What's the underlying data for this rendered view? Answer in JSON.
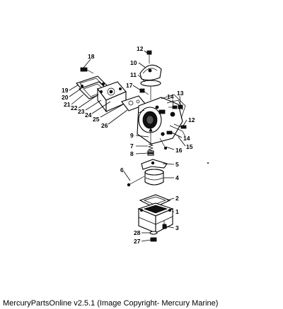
{
  "footer": {
    "text": "MercuryPartsOnline v2.5.1 (Image Copyright- Mercury Marine)"
  },
  "callouts": [
    {
      "id": "c1",
      "label": "1"
    },
    {
      "id": "c2",
      "label": "2"
    },
    {
      "id": "c3",
      "label": "3"
    },
    {
      "id": "c4",
      "label": "4"
    },
    {
      "id": "c5",
      "label": "5"
    },
    {
      "id": "c6",
      "label": "6"
    },
    {
      "id": "c7",
      "label": "7"
    },
    {
      "id": "c8",
      "label": "8"
    },
    {
      "id": "c9",
      "label": "9"
    },
    {
      "id": "c10",
      "label": "10"
    },
    {
      "id": "c11",
      "label": "11"
    },
    {
      "id": "c12a",
      "label": "12"
    },
    {
      "id": "c12b",
      "label": "12"
    },
    {
      "id": "c13",
      "label": "13"
    },
    {
      "id": "c14a",
      "label": "14"
    },
    {
      "id": "c14b",
      "label": "14"
    },
    {
      "id": "c15",
      "label": "15"
    },
    {
      "id": "c16",
      "label": "16"
    },
    {
      "id": "c17",
      "label": "17"
    },
    {
      "id": "c18",
      "label": "18"
    },
    {
      "id": "c19",
      "label": "19"
    },
    {
      "id": "c20",
      "label": "20"
    },
    {
      "id": "c21",
      "label": "21"
    },
    {
      "id": "c22",
      "label": "22"
    },
    {
      "id": "c23",
      "label": "23"
    },
    {
      "id": "c24",
      "label": "24"
    },
    {
      "id": "c25",
      "label": "25"
    },
    {
      "id": "c26",
      "label": "26"
    },
    {
      "id": "c27",
      "label": "27"
    },
    {
      "id": "c28",
      "label": "28"
    }
  ]
}
